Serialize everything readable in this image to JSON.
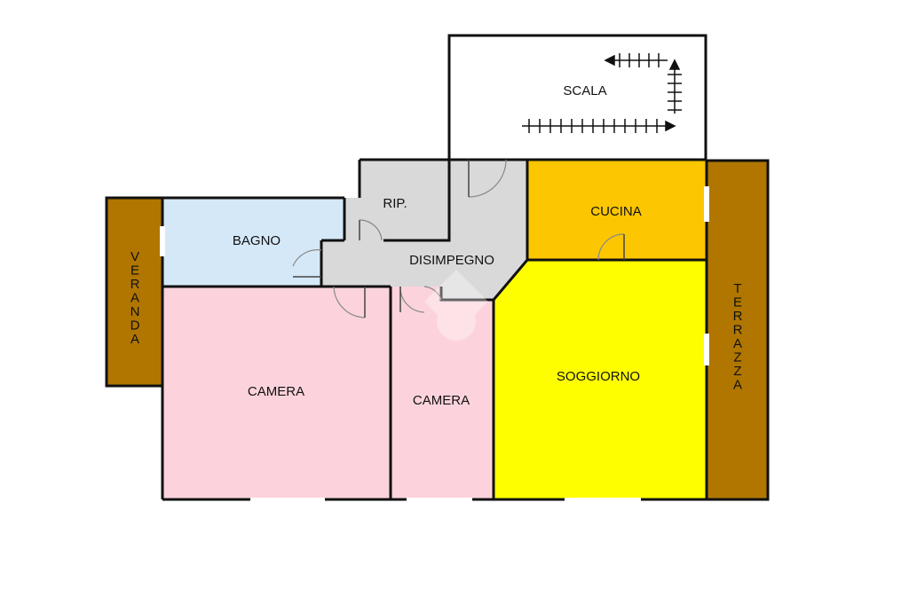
{
  "rooms": {
    "scala": "SCALA",
    "rip": "RIP.",
    "cucina": "CUCINA",
    "bagno": "BAGNO",
    "disimpegno": "DISIMPEGNO",
    "veranda": "VERANDA",
    "terrazza": "TERRAZZA",
    "camera_1": "CAMERA",
    "camera_2": "CAMERA",
    "soggiorno": "SOGGIORNO"
  },
  "colors": {
    "veranda": "#b07600",
    "terrazza": "#b07600",
    "bagno": "#d5e8f8",
    "camera": "#fcd3dc",
    "cucina": "#fcc600",
    "soggiorno": "#fefe00",
    "disimpegno": "#d9d9d9",
    "rip": "#d9d9d9",
    "scala": "#ffffff",
    "wall": "#111111"
  }
}
